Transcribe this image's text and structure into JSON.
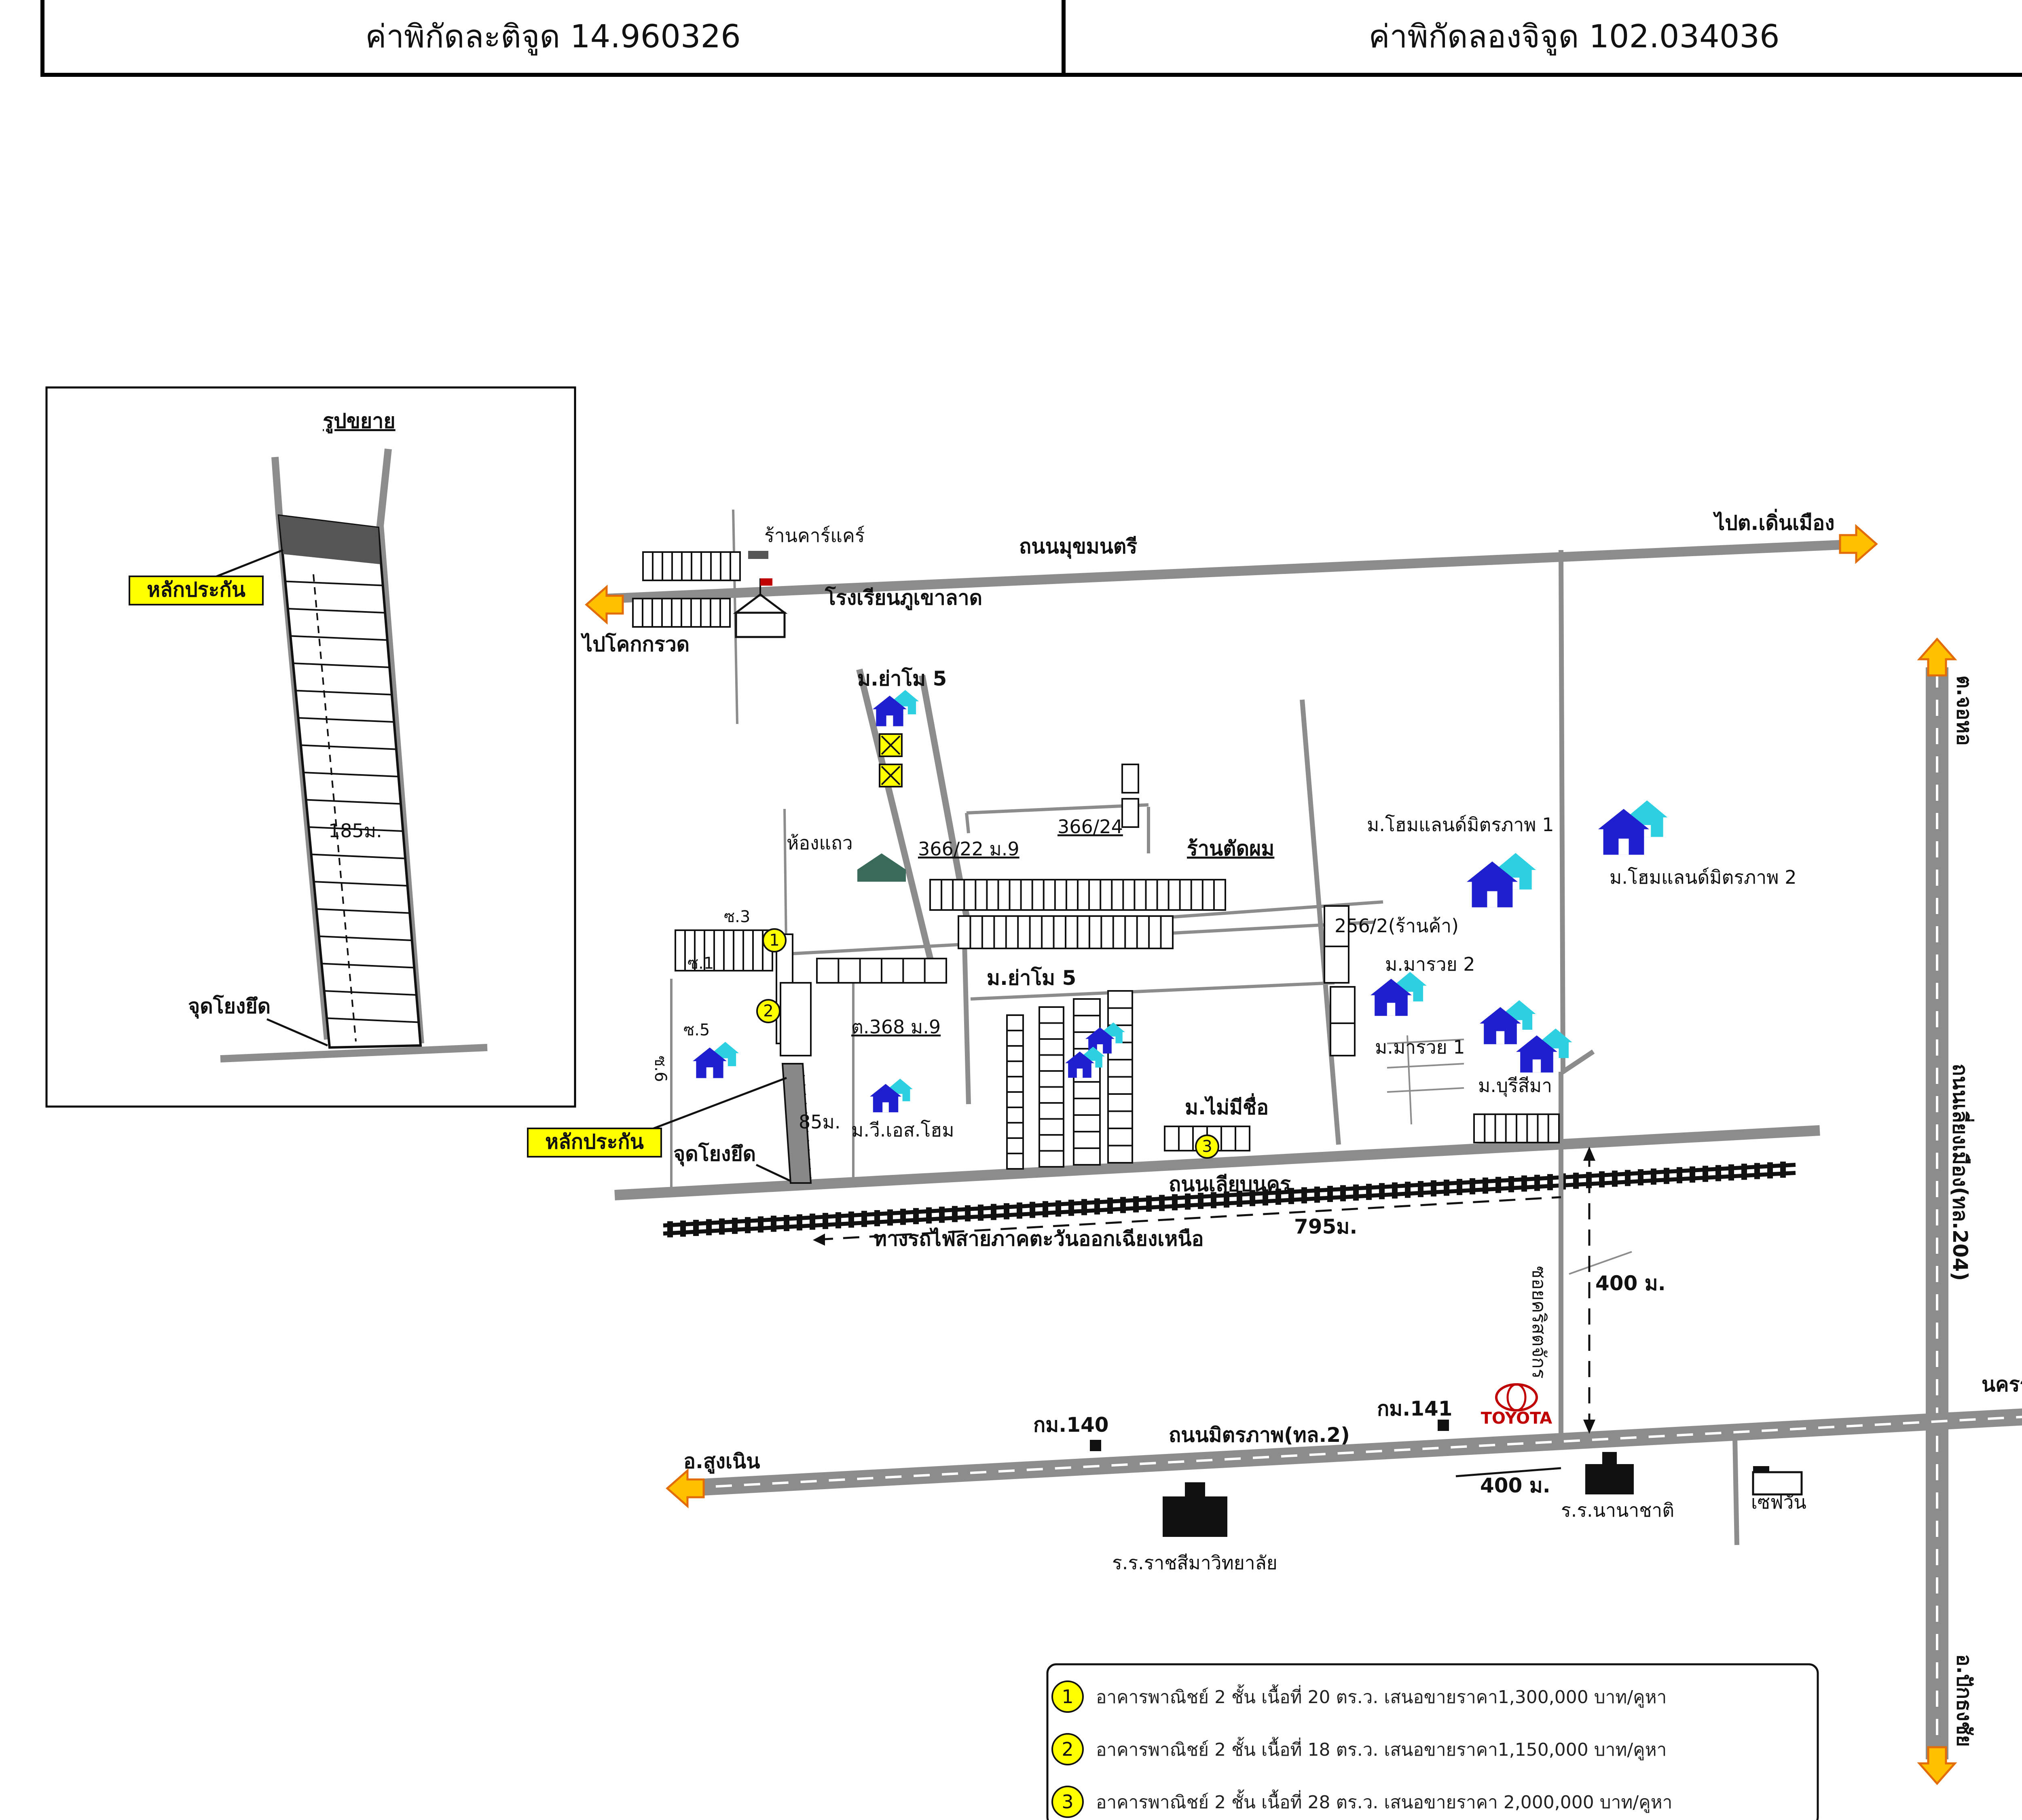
{
  "header": {
    "latitude": "ค่าพิกัดละติจูด 14.960326",
    "longitude": "ค่าพิกัดลองจิจูด 102.034036"
  },
  "inset": {
    "title": "รูปขยาย",
    "collateral": "หลักประกัน",
    "length": "185ม.",
    "anchor": "จุดโยงยึด"
  },
  "roads": {
    "north_road": "ถนนมุขมนตรี",
    "to_mueang": "ไปต.เดิ่นเมือง",
    "to_khok": "ไปโคกกรวด",
    "east_road": "ถนนเลี่ยงเมือง(ทล.204)",
    "east_top": "ต.จอหอ",
    "east_bottom": "อ.ปักธงชัย",
    "south_road": "ถนนมิตรภาพ(ทล.2)",
    "to_sungnoen": "อ.สูงเนิน",
    "to_korat": "นครราชสีมา",
    "main_road": "ถนนเลียบนคร",
    "railway": "ทางรถไฟสายภาคตะวันออกเฉียงเหนือ",
    "rail_dist": "795ม.",
    "soi": "ซอยคริสตจักร",
    "dist_400_v": "400 ม.",
    "dist_400_h": "400 ม.",
    "km140": "กม.140",
    "km141": "กม.141"
  },
  "places": {
    "carcare": "ร้านคาร์แคร์",
    "school": "โรงเรียนภูเขาลาด",
    "yamo5_top": "ม.ย่าโม 5",
    "hong_thaeo": "ห้องแถว",
    "no_366_22": "366/22 ม.9",
    "no_366_24": "366/24",
    "barber": "ร้านตัดผม",
    "soi3": "ซ.3",
    "soi1": "ซ.1",
    "soi5": "ซ.5",
    "soi6": "ซ.6",
    "yamo5": "ม.ย่าโม 5",
    "no_368": "ต.368 ม.9",
    "vs_home": "ม.วี.เอส.โฮม",
    "length_85": "85ม.",
    "collateral": "หลักประกัน",
    "anchor": "จุดโยงยึด",
    "no_name": "ม.ไม่มีชื่อ",
    "homeland1": "ม.โฮมแลนด์มิตรภาพ 1",
    "homeland2": "ม.โฮมแลนด์มิตรภาพ 2",
    "no_256_2": "256/2(ร้านค้า)",
    "maruay2": "ม.มารวย 2",
    "maruay1": "ม.มารวย 1",
    "buriram": "ม.บุรีสีมา",
    "toyota": "TOYOTA",
    "intl_school": "ร.ร.นานาชาติ",
    "seven": "เซฟวัน",
    "ratsima": "ร.ร.ราชสีมาวิทยาลัย"
  },
  "legend": {
    "items": [
      {
        "num": "1",
        "text": "อาคารพาณิชย์ 2 ชั้น เนื้อที่ 20 ตร.ว. เสนอขายราคา1,300,000 บาท/คูหา"
      },
      {
        "num": "2",
        "text": "อาคารพาณิชย์ 2 ชั้น เนื้อที่ 18 ตร.ว. เสนอขายราคา1,150,000 บาท/คูหา"
      },
      {
        "num": "3",
        "text": "อาคารพาณิชย์ 2 ชั้น เนื้อที่ 28 ตร.ว. เสนอขายราคา 2,000,000 บาท/คูหา"
      }
    ]
  },
  "colors": {
    "road": "#8c8c8c",
    "arrow": "#ffc000",
    "house_dark": "#1f1fd0",
    "house_light": "#2dd0e0",
    "highlight": "#ffff00"
  }
}
